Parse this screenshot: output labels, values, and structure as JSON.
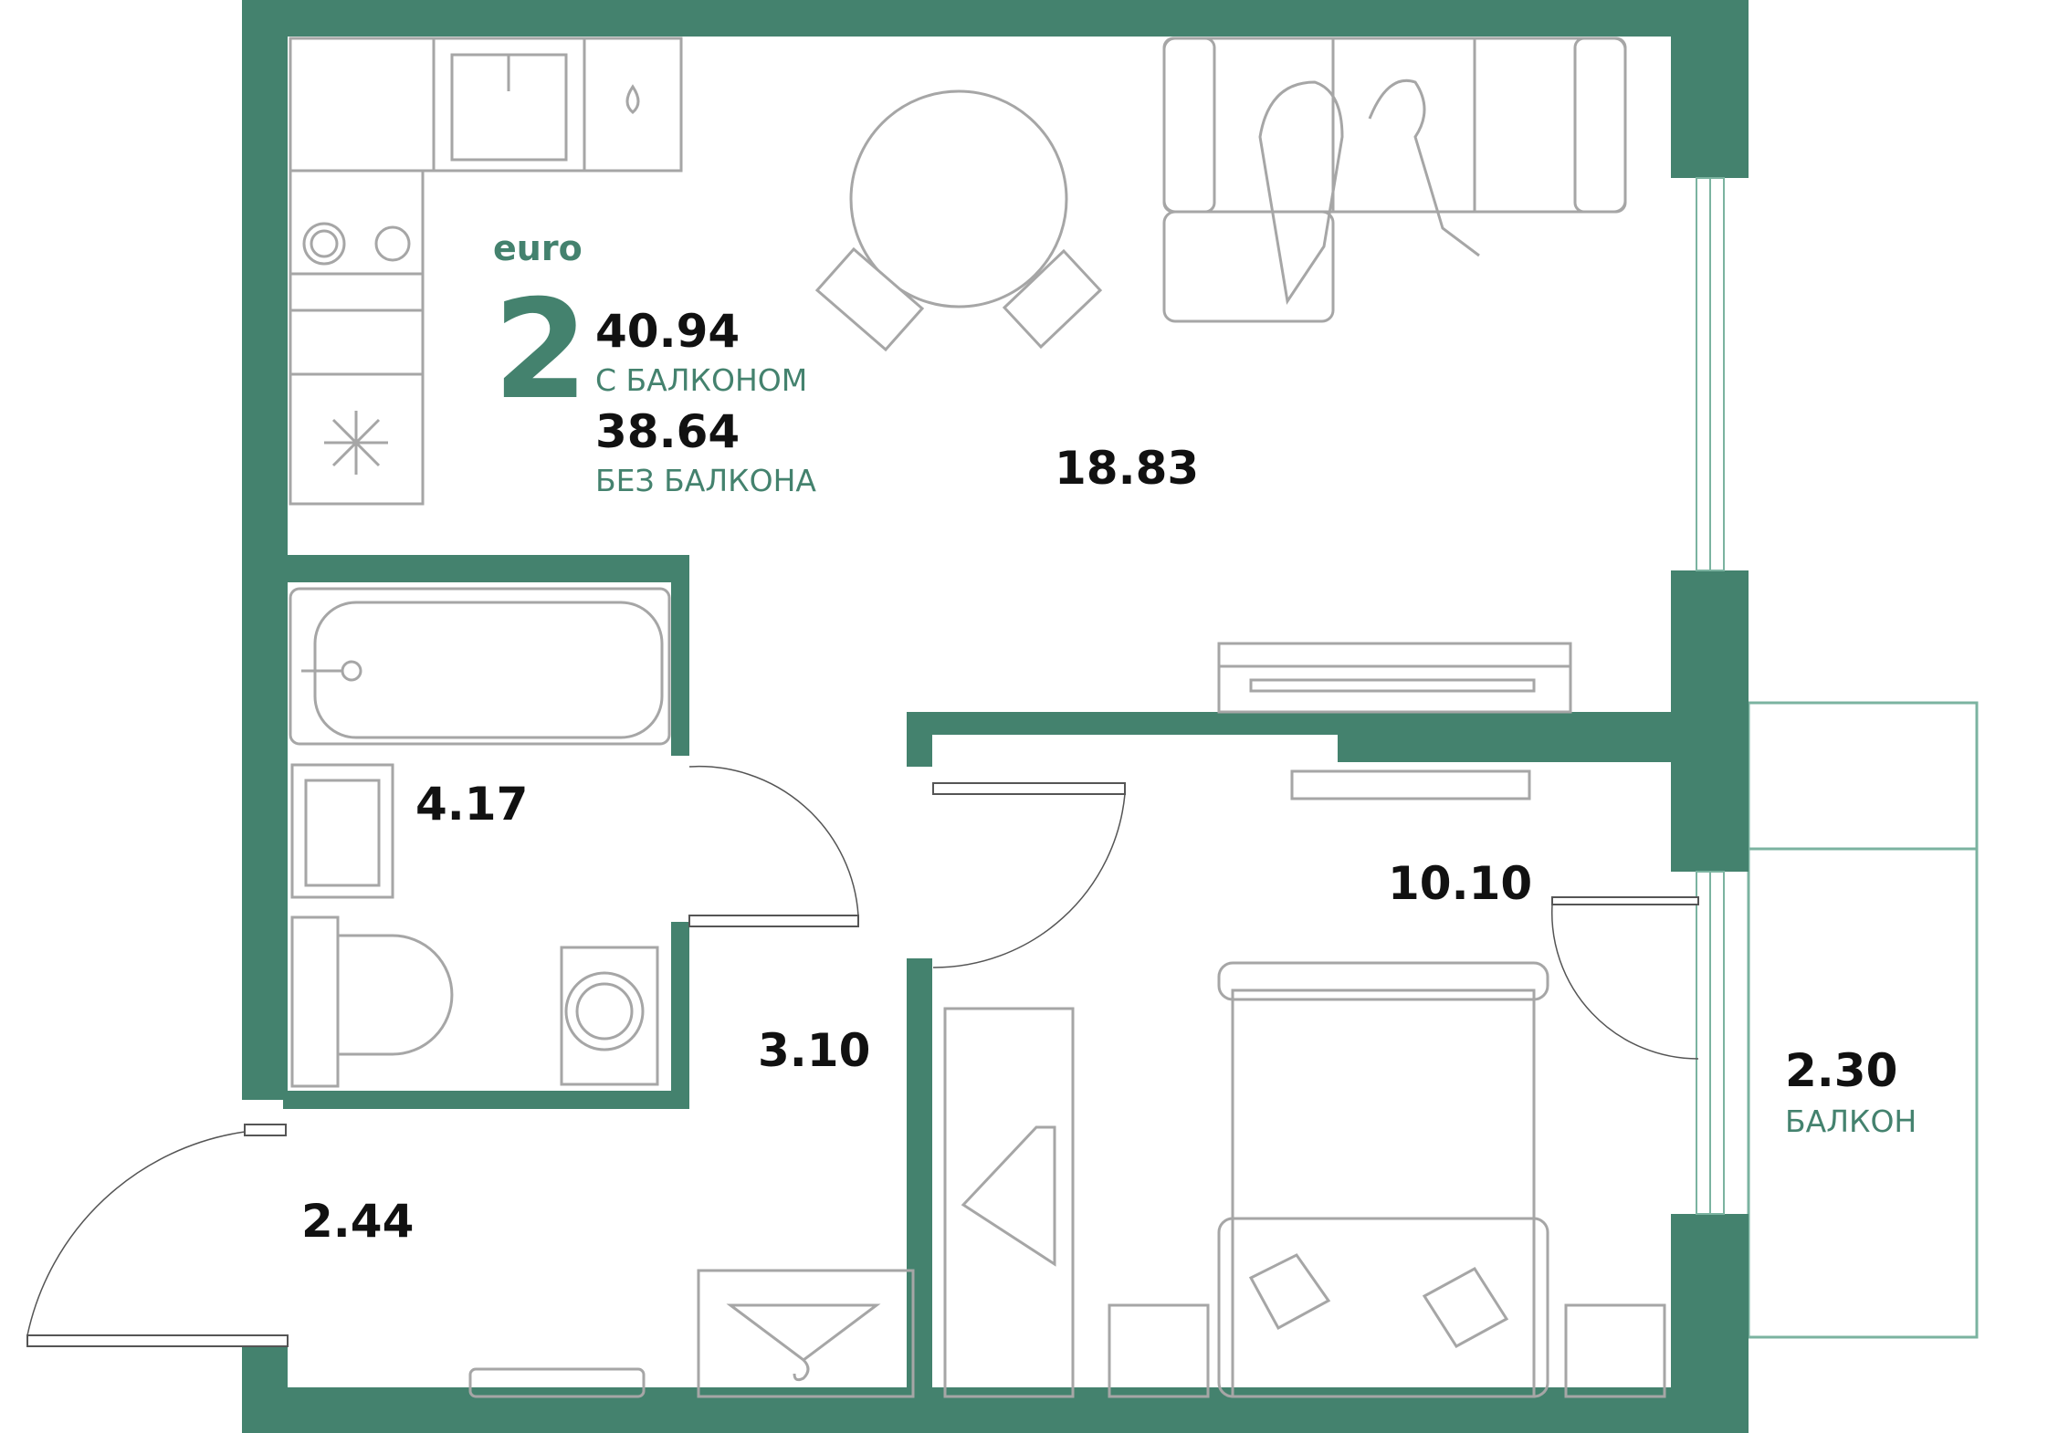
{
  "summary": {
    "class_label": "euro",
    "rooms": "2",
    "area_with_balcony": "40.94",
    "with_balcony_label": "С БАЛКОНОМ",
    "area_without_balcony": "38.64",
    "without_balcony_label": "БЕЗ БАЛКОНА"
  },
  "rooms": {
    "living_kitchen": "18.83",
    "bathroom": "4.17",
    "corridor": "3.10",
    "hall": "2.44",
    "bedroom": "10.10",
    "balcony": "2.30",
    "balcony_label": "БАЛКОН"
  },
  "colors": {
    "wall": "#44826e",
    "furniture": "#a6a6a6",
    "accent": "#44826e"
  }
}
